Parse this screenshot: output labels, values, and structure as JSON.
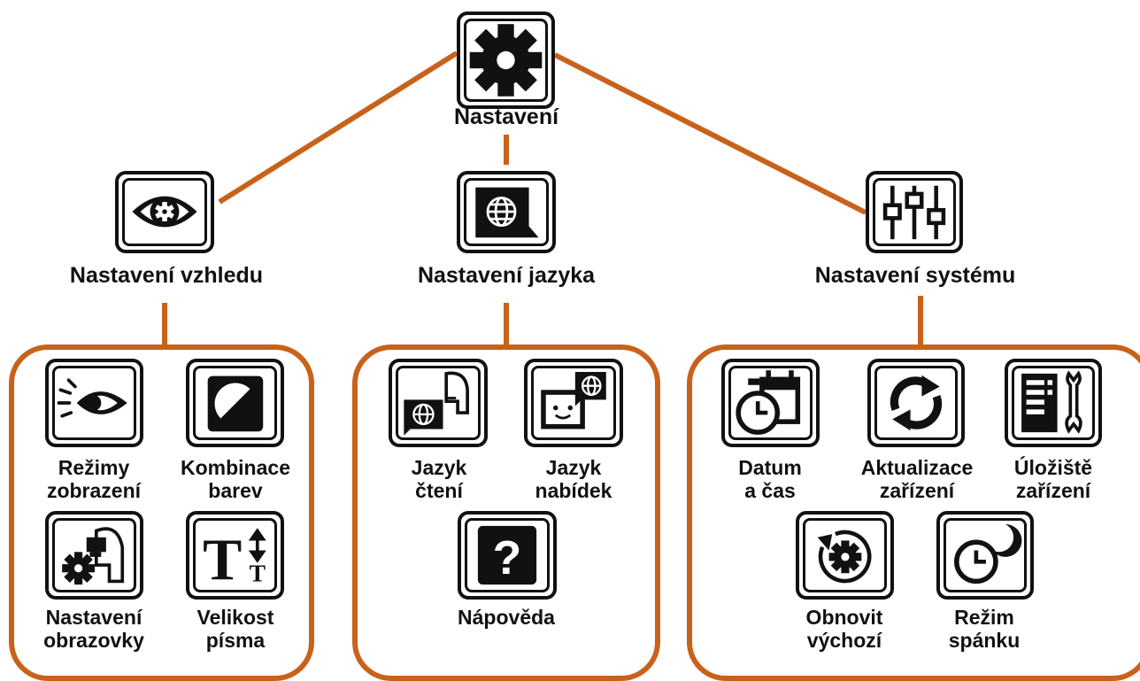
{
  "root": {
    "label": "Nastavení",
    "icon": "gear-icon"
  },
  "branches": [
    {
      "label": "Nastavení vzhledu",
      "icon": "eye-gear-icon",
      "items": [
        {
          "lines": [
            "Režimy",
            "zobrazení"
          ],
          "icon": "eye-rays-icon"
        },
        {
          "lines": [
            "Kombinace",
            "barev"
          ],
          "icon": "color-contrast-icon"
        },
        {
          "lines": [
            "Nastavení",
            "obrazovky"
          ],
          "icon": "screen-settings-icon"
        },
        {
          "lines": [
            "Velikost",
            "písma"
          ],
          "icon": "font-size-icon"
        }
      ]
    },
    {
      "label": "Nastavení jazyka",
      "icon": "globe-speech-icon",
      "items": [
        {
          "lines": [
            "Jazyk",
            "čtení"
          ],
          "icon": "reading-language-icon"
        },
        {
          "lines": [
            "Jazyk",
            "nabídek"
          ],
          "icon": "menu-language-icon"
        },
        {
          "lines": [
            "Nápověda"
          ],
          "icon": "help-icon"
        }
      ]
    },
    {
      "label": "Nastavení systému",
      "icon": "sliders-icon",
      "items": [
        {
          "lines": [
            "Datum",
            "a čas"
          ],
          "icon": "calendar-clock-icon"
        },
        {
          "lines": [
            "Aktualizace",
            "zařízení"
          ],
          "icon": "refresh-icon"
        },
        {
          "lines": [
            "Úložiště",
            "zařízení"
          ],
          "icon": "storage-wrench-icon"
        },
        {
          "lines": [
            "Obnovit",
            "výchozí"
          ],
          "icon": "reset-gear-icon"
        },
        {
          "lines": [
            "Režim",
            "spánku"
          ],
          "icon": "sleep-clock-icon"
        }
      ]
    }
  ],
  "colors": {
    "connector": "#c8621b",
    "icon": "#111111",
    "background": "#ffffff"
  }
}
